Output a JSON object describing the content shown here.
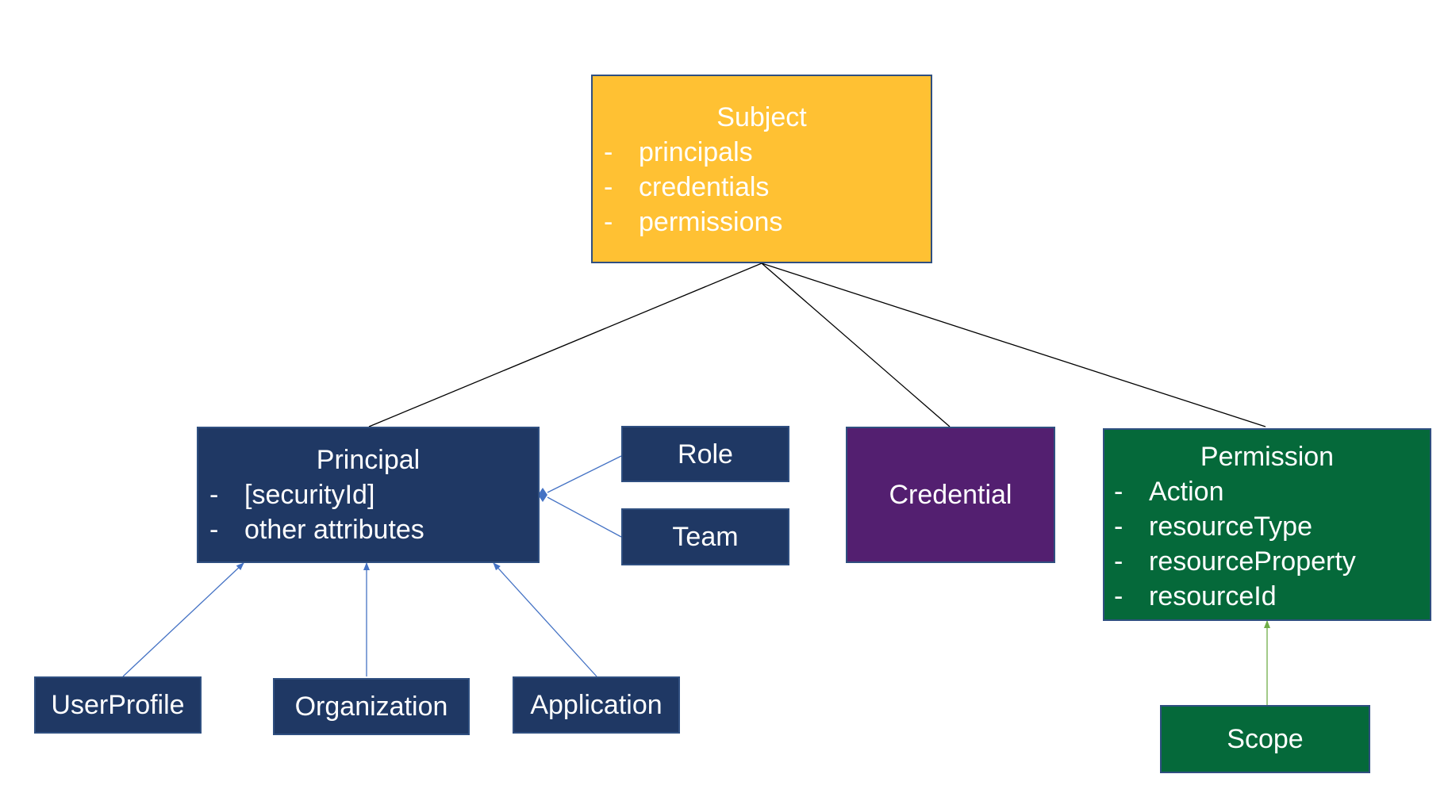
{
  "colors": {
    "subject": "#ffc133",
    "principal": "#1f3864",
    "credential": "#531f70",
    "permission": "#05693a",
    "connector_black": "#000000",
    "connector_blue": "#4472c4",
    "connector_green": "#70ad47"
  },
  "subject": {
    "title": "Subject",
    "attributes": [
      "principals",
      "credentials",
      "permissions"
    ]
  },
  "principal": {
    "title": "Principal",
    "attributes": [
      "[securityId]",
      "other attributes"
    ]
  },
  "role": {
    "title": "Role"
  },
  "team": {
    "title": "Team"
  },
  "credential": {
    "title": "Credential"
  },
  "permission": {
    "title": "Permission",
    "attributes": [
      "Action",
      "resourceType",
      "resourceProperty",
      "resourceId"
    ]
  },
  "user_profile": {
    "title": "UserProfile"
  },
  "organization": {
    "title": "Organization"
  },
  "application": {
    "title": "Application"
  },
  "scope": {
    "title": "Scope"
  },
  "bullet": "-"
}
